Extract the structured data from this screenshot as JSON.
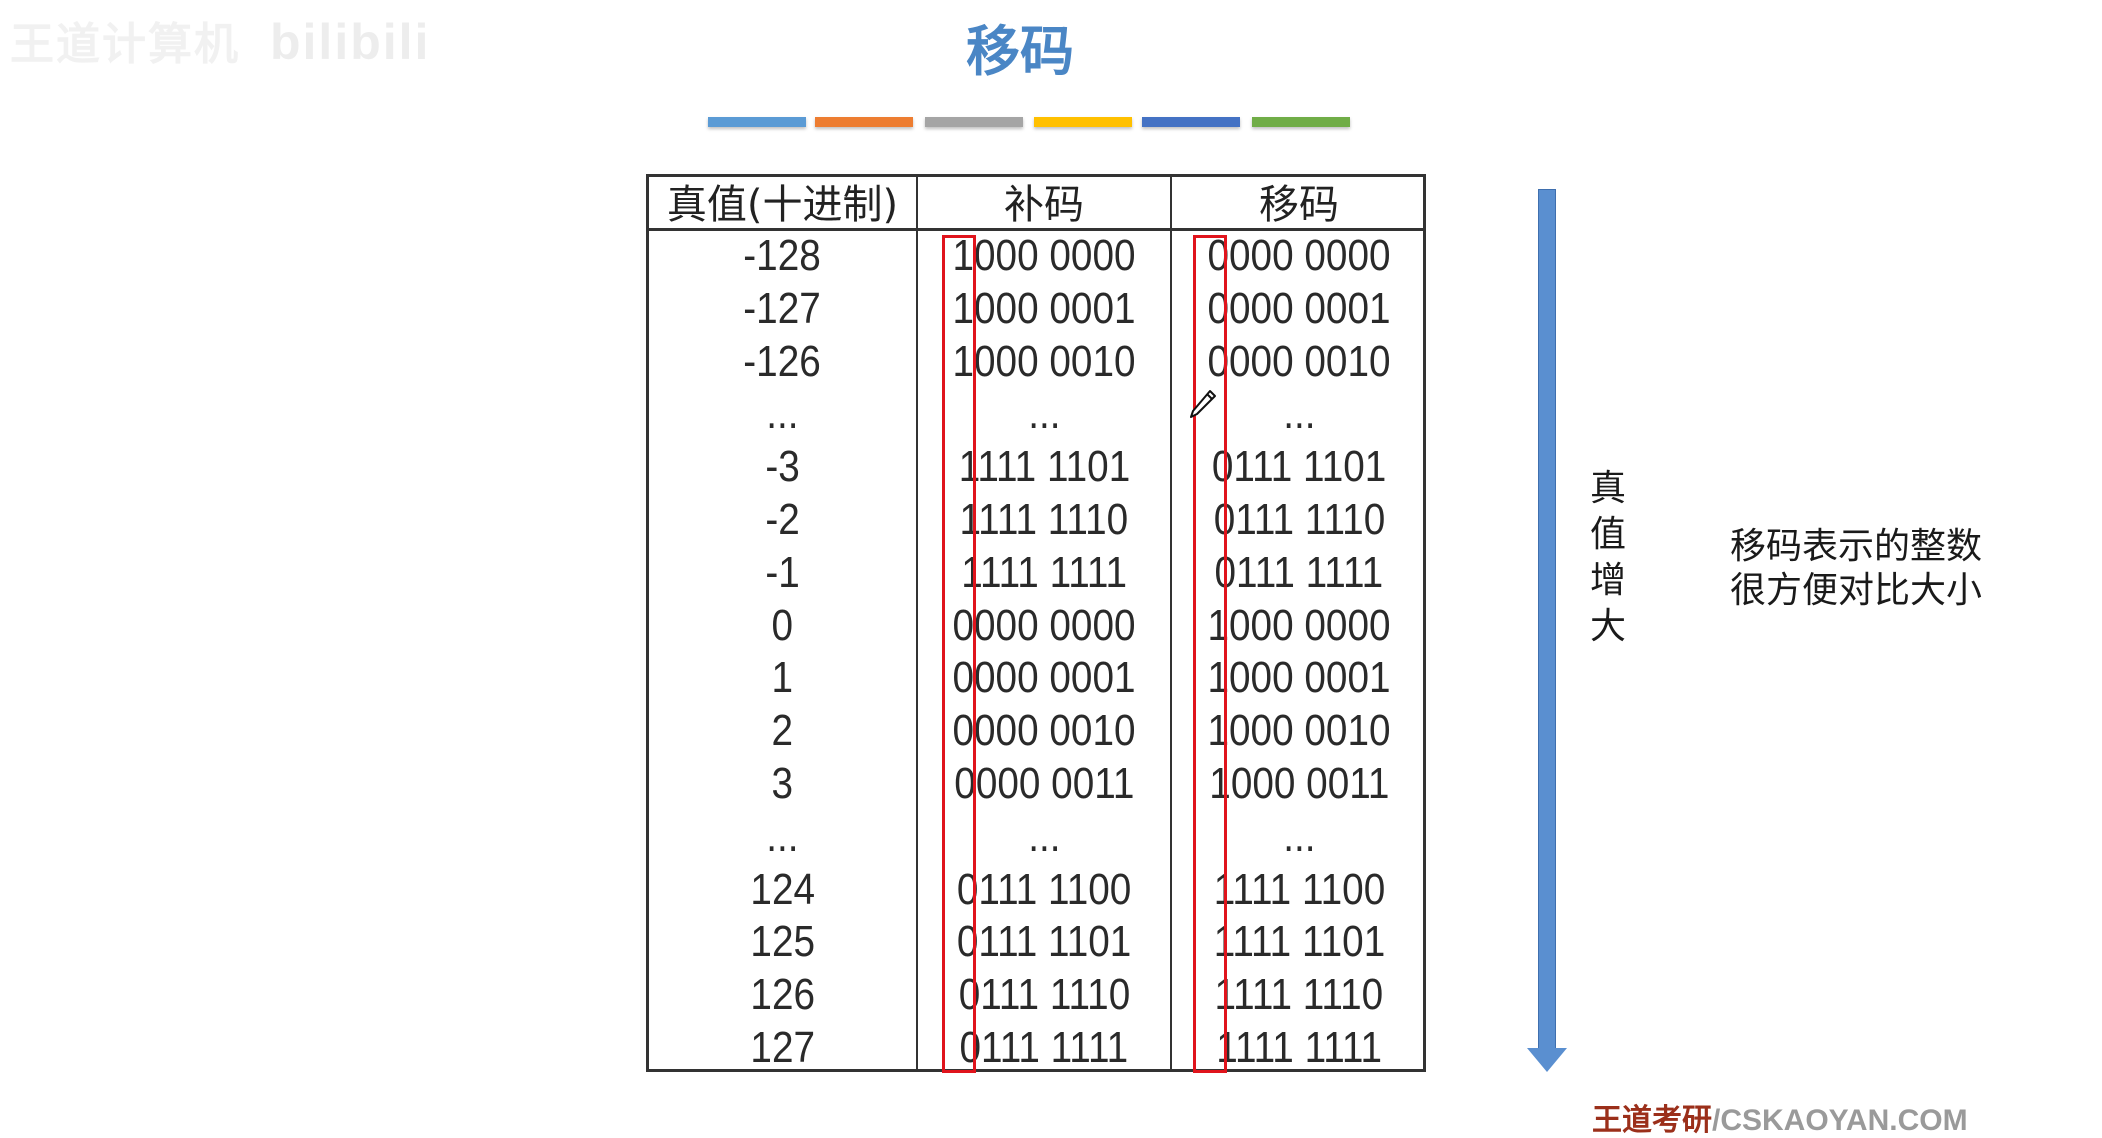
{
  "watermark_top": {
    "text": "王道计算机",
    "logo": "bilibili"
  },
  "title": "移码",
  "title_color": "#4a86c5",
  "color_bars": [
    "#5b9bd5",
    "#ed7d31",
    "#a5a5a5",
    "#ffc000",
    "#4472c4",
    "#70ad47"
  ],
  "table": {
    "headers": [
      "真值(十进制)",
      "补码",
      "移码"
    ],
    "rows": [
      {
        "value": "-128",
        "complement": "1000 0000",
        "biased": "0000 0000"
      },
      {
        "value": "-127",
        "complement": "1000 0001",
        "biased": "0000 0001"
      },
      {
        "value": "-126",
        "complement": "1000 0010",
        "biased": "0000 0010"
      },
      {
        "value": "...",
        "complement": "...",
        "biased": "..."
      },
      {
        "value": "-3",
        "complement": "1111 1101",
        "biased": "0111 1101"
      },
      {
        "value": "-2",
        "complement": "1111 1110",
        "biased": "0111 1110"
      },
      {
        "value": "-1",
        "complement": "1111 1111",
        "biased": "0111 1111"
      },
      {
        "value": "0",
        "complement": "0000 0000",
        "biased": "1000 0000"
      },
      {
        "value": "1",
        "complement": "0000 0001",
        "biased": "1000 0001"
      },
      {
        "value": "2",
        "complement": "0000 0010",
        "biased": "1000 0010"
      },
      {
        "value": "3",
        "complement": "0000 0011",
        "biased": "1000 0011"
      },
      {
        "value": "...",
        "complement": "...",
        "biased": "..."
      },
      {
        "value": "124",
        "complement": "0111 1100",
        "biased": "1111 1100"
      },
      {
        "value": "125",
        "complement": "0111 1101",
        "biased": "1111 1101"
      },
      {
        "value": "126",
        "complement": "0111 1110",
        "biased": "1111 1110"
      },
      {
        "value": "127",
        "complement": "0111 1111",
        "biased": "1111 1111"
      }
    ],
    "highlight_color": "#e0141c"
  },
  "arrow": {
    "direction": "down",
    "color": "#5a8fd0",
    "label_chars": [
      "真",
      "值",
      "增",
      "大"
    ]
  },
  "description": {
    "line1": "移码表示的整数",
    "line2": "很方便对比大小"
  },
  "cursor": "pencil-icon",
  "watermark_bottom": {
    "cn": "王道考研",
    "en": "/CSKAOYAN.COM"
  }
}
